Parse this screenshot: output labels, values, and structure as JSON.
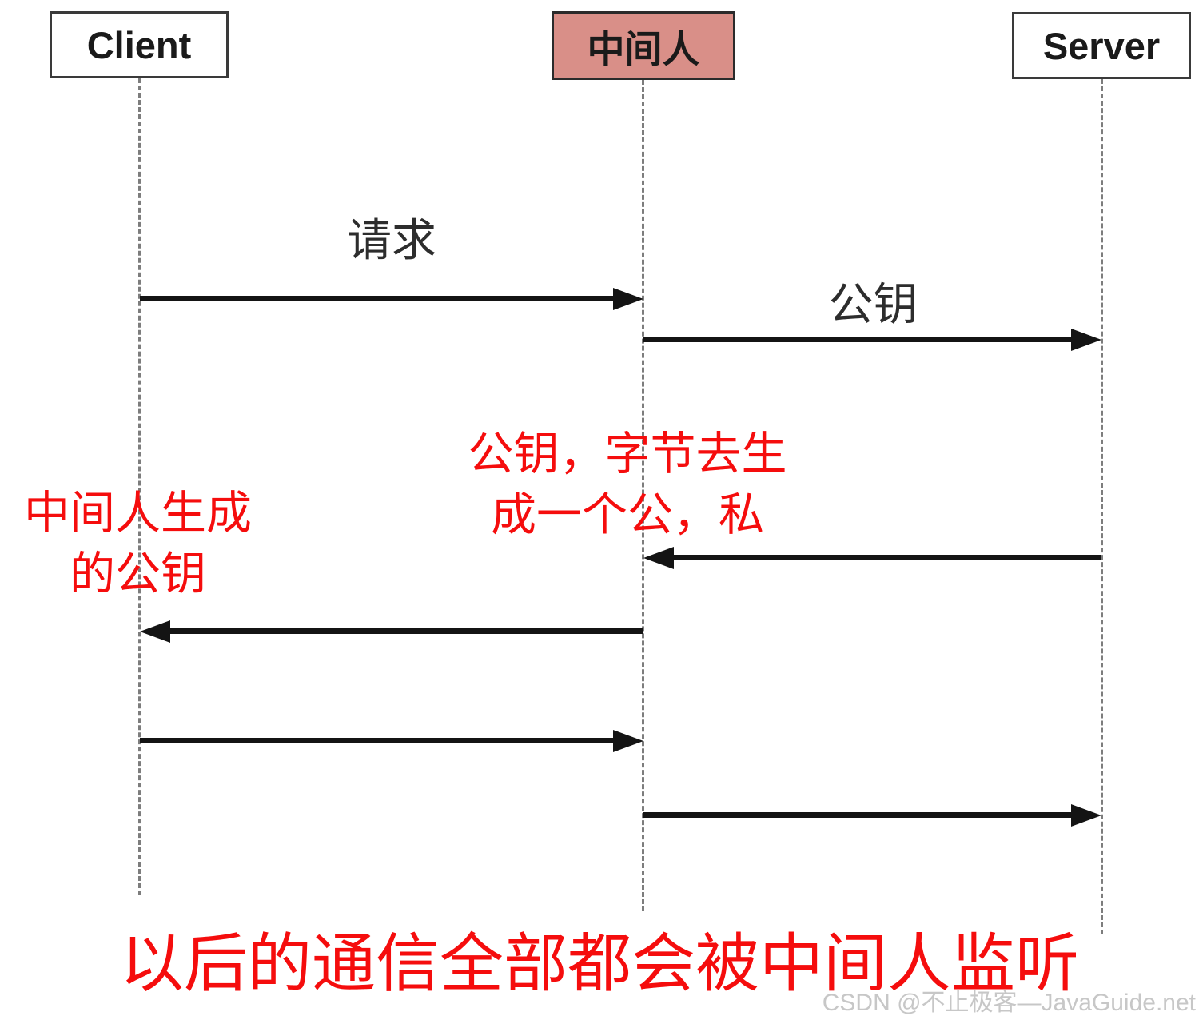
{
  "diagram": {
    "actors": [
      {
        "id": "client",
        "label": "Client"
      },
      {
        "id": "mitm",
        "label": "中间人"
      },
      {
        "id": "server",
        "label": "Server"
      }
    ],
    "messages": [
      {
        "from": "Client",
        "to": "中间人",
        "direction": "right",
        "label": "请求"
      },
      {
        "from": "中间人",
        "to": "Server",
        "direction": "right",
        "label": "公钥"
      },
      {
        "from": "Server",
        "to": "中间人",
        "direction": "left",
        "label": ""
      },
      {
        "from": "中间人",
        "to": "Client",
        "direction": "left",
        "label": ""
      },
      {
        "from": "Client",
        "to": "中间人",
        "direction": "right",
        "label": ""
      },
      {
        "from": "中间人",
        "to": "Server",
        "direction": "right",
        "label": ""
      }
    ],
    "annotations": {
      "mitm_note": {
        "line1": "公钥，字节去生",
        "line2": "成一个公，私"
      },
      "client_note": {
        "line1": "中间人生成",
        "line2": "的公钥"
      },
      "footer": "以后的通信全部都会被中间人监听"
    },
    "watermark": "CSDN @不止极客—JavaGuide.net",
    "colors": {
      "mitm_box_fill": "#d98f88",
      "annotation_red": "#f50d0d",
      "line_black": "#141414",
      "lifeline_gray": "#7d7d7d",
      "watermark_gray": "#c7c7c7"
    }
  }
}
